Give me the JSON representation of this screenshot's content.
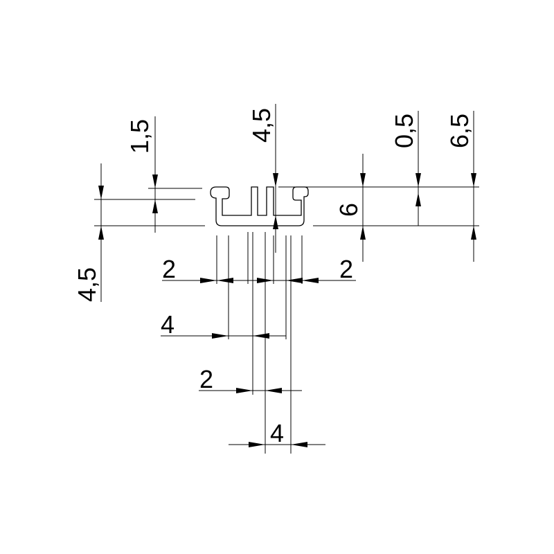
{
  "drawing": {
    "background": "#ffffff",
    "line_color": "#000000",
    "dimensions": {
      "left_top": "1,5",
      "left_bottom": "4,5",
      "center_top": "4,5",
      "right_a": "0,5",
      "right_b": "6,5",
      "height": "6",
      "bottom_left_2": "2",
      "bottom_right_2": "2",
      "bottom_4": "4",
      "bottom_lower_2": "2",
      "bottom_lowest_4": "4"
    }
  }
}
